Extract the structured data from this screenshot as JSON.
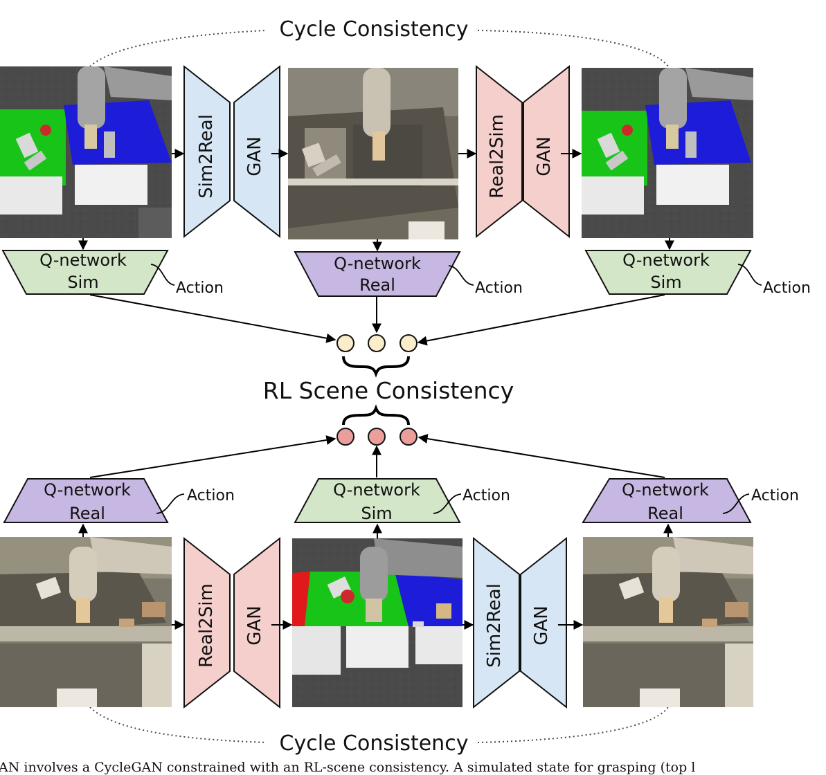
{
  "top_cycle_label": "Cycle Consistency",
  "bottom_cycle_label": "Cycle Consistency",
  "center_label": "RL Scene Consistency",
  "top_row": {
    "gen1": {
      "encoder": "Sim2Real",
      "decoder": "GAN"
    },
    "gen2": {
      "encoder": "Real2Sim",
      "decoder": "GAN"
    },
    "q_left": {
      "line1": "Q-network",
      "line2": "Sim",
      "action": "Action"
    },
    "q_mid": {
      "line1": "Q-network",
      "line2": "Real",
      "action": "Action"
    },
    "q_right": {
      "line1": "Q-network",
      "line2": "Sim",
      "action": "Action"
    }
  },
  "bottom_row": {
    "gen1": {
      "encoder": "Real2Sim",
      "decoder": "GAN"
    },
    "gen2": {
      "encoder": "Sim2Real",
      "decoder": "GAN"
    },
    "q_left": {
      "line1": "Q-network",
      "line2": "Real",
      "action": "Action"
    },
    "q_mid": {
      "line1": "Q-network",
      "line2": "Sim",
      "action": "Action"
    },
    "q_right": {
      "line1": "Q-network",
      "line2": "Real",
      "action": "Action"
    }
  },
  "colors": {
    "sim2real_fill": "#d6e6f4",
    "real2sim_fill": "#f4cfcc",
    "qnet_sim_fill": "#d3e6c8",
    "qnet_real_fill": "#c6b8e2",
    "top_circle_fill": "#fbeccb",
    "bottom_circle_fill": "#ec9e9c"
  },
  "caption_fragment": "AN involves a CycleGAN constrained with an RL-scene consistency. A simulated state for grasping (top l"
}
